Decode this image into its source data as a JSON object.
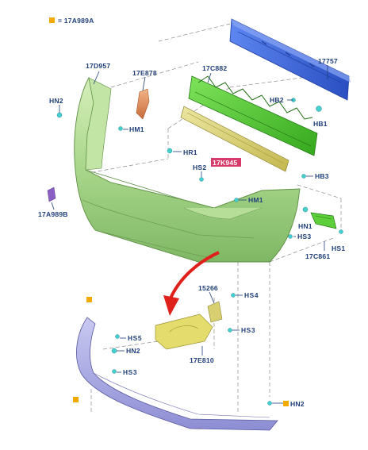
{
  "legend": {
    "marker_color": "#f2a900",
    "code": "= 17A989A"
  },
  "labels": {
    "reinforcement": "17757",
    "absorber": "17C882",
    "bumper_cover": "17D957",
    "bracket": "17E878",
    "hb2": "HB2",
    "hb1": "HB1",
    "hn2_top": "HN2",
    "hm1_left": "HM1",
    "hr1": "HR1",
    "hs2": "HS2",
    "foam": "17K945",
    "hb3": "HB3",
    "hm1_right": "HM1",
    "cover_17a989b": "17A989B",
    "hn1": "HN1",
    "hs3_right": "HS3",
    "hs1": "HS1",
    "side_bracket": "17C861",
    "part_15266": "15266",
    "hs4": "HS4",
    "hs3_mid": "HS3",
    "hs5": "HS5",
    "hn2_lower": "HN2",
    "hs3_lower": "HS3",
    "part_17e810": "17E810",
    "hn2_bottom": "HN2"
  },
  "colors": {
    "cover": "#a8d68a",
    "absorber": "#5ccf3a",
    "reinforcement": "#3b64d6",
    "foam": "#d8d070",
    "spoiler": "#a8a8e0",
    "bracket": "#e09060",
    "arrow": "#e0201a",
    "fastener": "#45d0d0",
    "label": "#1f3f7a"
  }
}
